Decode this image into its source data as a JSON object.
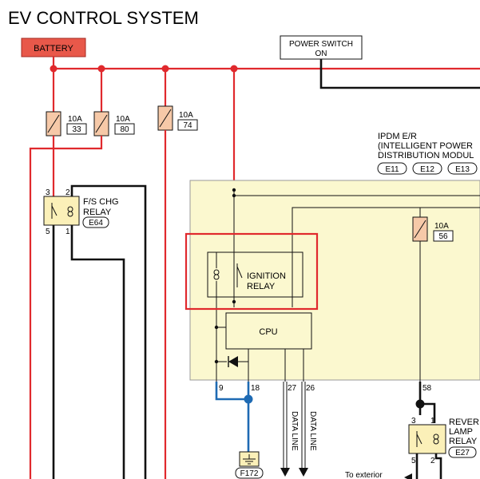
{
  "title": "EV CONTROL SYSTEM",
  "battery_label": "BATTERY",
  "power_switch": {
    "line1": "POWER SWITCH",
    "line2": "ON"
  },
  "fuses": [
    {
      "amps": "10A",
      "num": "33"
    },
    {
      "amps": "10A",
      "num": "80"
    },
    {
      "amps": "10A",
      "num": "74"
    },
    {
      "amps": "10A",
      "num": "56"
    }
  ],
  "fs_chg_relay": {
    "line1": "F/S CHG",
    "line2": "RELAY",
    "conn": "E64",
    "pins": [
      "3",
      "2",
      "5",
      "1"
    ]
  },
  "ipdm": {
    "line1": "IPDM E/R",
    "line2": "(INTELLIGENT POWER",
    "line3": "DISTRIBUTION MODUL",
    "connectors": [
      "E11",
      "E12",
      "E13"
    ]
  },
  "ignition_relay": {
    "line1": "IGNITION",
    "line2": "RELAY"
  },
  "cpu_label": "CPU",
  "pins": {
    "p9": "9",
    "p18": "18",
    "p27": "27",
    "p26": "26",
    "p58": "58"
  },
  "data_line": "DATA LINE",
  "reverse_lamp_relay": {
    "line1": "REVER",
    "line2": "LAMP",
    "line3": "RELAY",
    "conn": "E27",
    "pins": [
      "3",
      "1",
      "5",
      "2"
    ]
  },
  "ground_conn": "F172",
  "to_exterior": "To exterior",
  "colors": {
    "battery_fill": "#e8584a",
    "wire_power": "#e0292d",
    "wire_signal": "#1e6ab3",
    "ipdm_fill": "#fbf8cf",
    "fuse_fill": "#f6c9a8",
    "relay_fill": "#fbf0b8",
    "highlight": "#e0292d"
  }
}
